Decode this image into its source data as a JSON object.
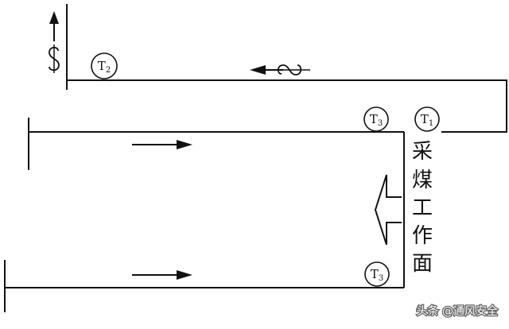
{
  "diagram": {
    "working_face_label": "采煤工作面",
    "working_face_chars": [
      "采",
      "煤",
      "工",
      "作",
      "面"
    ],
    "sensors": {
      "t2": {
        "base": "T",
        "sub": "2"
      },
      "t3_upper": {
        "base": "T",
        "sub": "3"
      },
      "t1": {
        "base": "T",
        "sub": "1"
      },
      "t3_lower": {
        "base": "T",
        "sub": "3"
      }
    }
  },
  "watermark": {
    "text": "头条 @通风安全"
  },
  "colors": {
    "line": "#111111",
    "background": "#ffffff"
  }
}
